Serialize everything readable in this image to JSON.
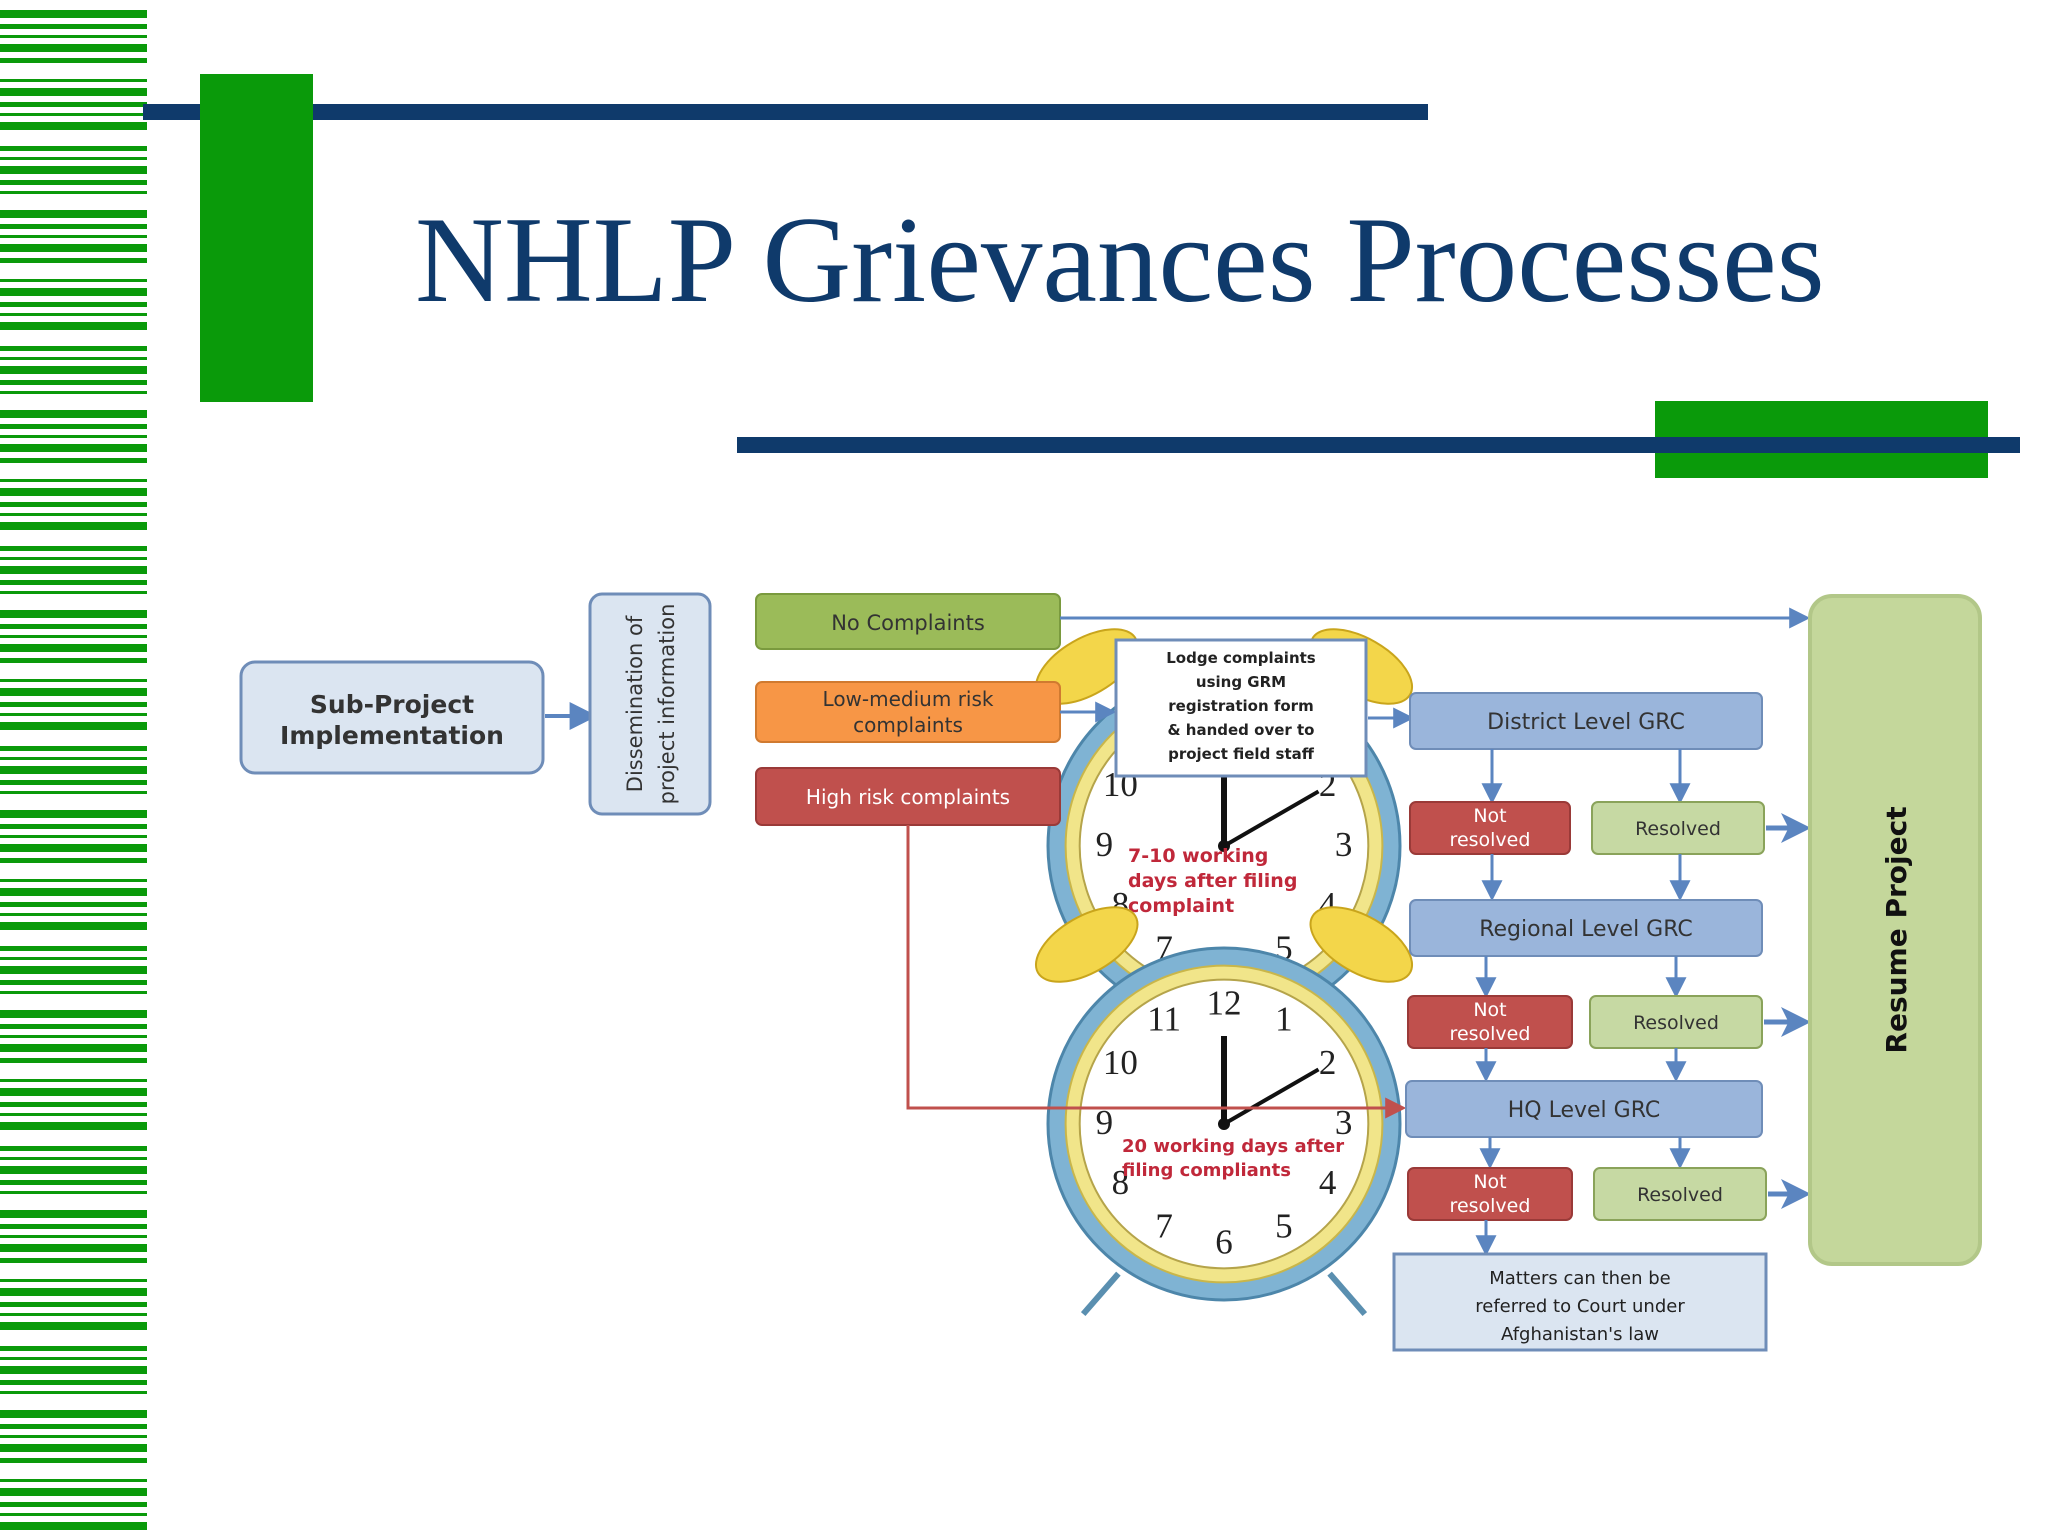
{
  "slide": {
    "title": "NHLP Grievances Processes"
  },
  "colors": {
    "stripe": "#0a9a0a",
    "navy": "#0f3a6b",
    "green_block": "#0a9a0a",
    "box_blue": "#9ab5db",
    "box_green_light": "#c6d9a3",
    "box_green": "#9bbb59",
    "box_orange": "#f79646",
    "box_red": "#c0504d",
    "arrow": "#5b85c0",
    "high_risk_line": "#c0504d",
    "resume_bg": "#c4d79b",
    "clock_text": "#c0283a"
  },
  "diagram": {
    "sub_project": [
      "Sub-Project",
      "Implementation"
    ],
    "dissemination": [
      "Dissemination of",
      "project information"
    ],
    "no_complaints": "No Complaints",
    "low_medium": [
      "Low-medium risk",
      "complaints"
    ],
    "high_risk": "High risk complaints",
    "lodge": [
      "Lodge complaints",
      "using GRM",
      "registration form",
      "& handed over to",
      "project field staff"
    ],
    "district": "District Level GRC",
    "regional": "Regional Level GRC",
    "hq": "HQ Level GRC",
    "not_resolved": [
      "Not",
      "resolved"
    ],
    "resolved": "Resolved",
    "court": [
      "Matters can then be",
      "referred to Court under",
      "Afghanistan's law"
    ],
    "resume": "Resume Project",
    "clock1_text": [
      "7-10 working",
      "days after filing",
      "complaint"
    ],
    "clock2_text": [
      "20 working days after",
      "filing compliants"
    ],
    "clock_numbers": [
      "1",
      "2",
      "3",
      "4",
      "5",
      "6",
      "7",
      "8",
      "9",
      "10",
      "11",
      "12"
    ]
  }
}
